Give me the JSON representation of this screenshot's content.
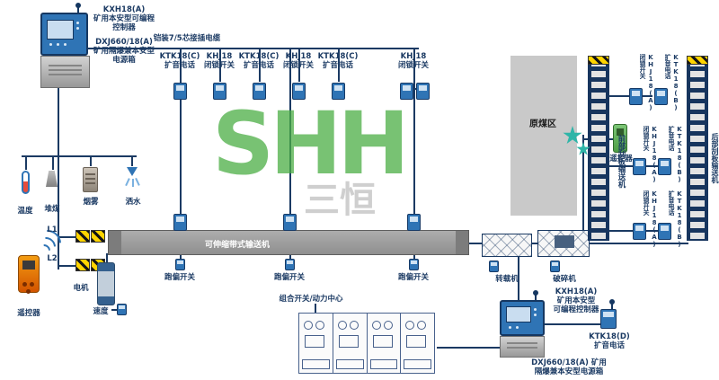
{
  "top_left": {
    "controller_label": "KXH18(A)\n矿用本安型可编程\n控制器",
    "power_label": "DXJ660/18(A)\n矿用隔爆兼本安型\n电源箱",
    "cable_label": "铠装7/5芯接插电缆"
  },
  "top_row": [
    "KTK18(C)\n扩音电话",
    "KHJ18\n闭锁开关",
    "KTK18(C)\n扩音电话",
    "KHJ18\n闭锁开关",
    "KTK18(C)\n扩音电话",
    "KHJ18\n闭锁开关"
  ],
  "left": {
    "sensors": [
      "温度",
      "堆煤",
      "烟雾",
      "洒水"
    ],
    "l1": "L1",
    "l2": "L2",
    "remote_label": "遥控器",
    "motor_label": "电机",
    "speed_label": "速度"
  },
  "belt": {
    "label": "可伸缩带式输送机",
    "deviation_switches": [
      "跑偏开关",
      "跑偏开关",
      "跑偏开关"
    ],
    "transfer_label": "转载机",
    "crusher_label": "破碎机"
  },
  "right": {
    "coal_area_label": "原煤区",
    "front_scraper_label": "前部刮板输送机",
    "rear_scraper_label": "后部刮板输送机",
    "remote_label": "遥控器",
    "devices": [
      "KHJ18(A)闭锁开关",
      "KTK18(B)扩音电话",
      "KHJ18(A)闭锁开关",
      "KTK18(B)扩音电话",
      "KHJ18(A)闭锁开关",
      "KTK18(B)扩音电话"
    ]
  },
  "bottom": {
    "combo_label": "组合开关/动力中心",
    "controller_label": "KXH18(A)\n矿用本安型\n可编程控制器",
    "phone_label": "KTK18(D)\n扩音电话",
    "power_label": "DXJ660/18(A) 矿用\n隔爆兼本安型电源箱"
  },
  "watermark": {
    "logo": "SHH",
    "text": "三恒"
  },
  "colors": {
    "line": "#1b3a63",
    "device_blue": "#2f74b5",
    "logo_green": "#4cae45",
    "belt_gray": "#9a9a9a",
    "coal_gray": "#c9c9c9",
    "hazard_yellow": "#ffd400"
  }
}
